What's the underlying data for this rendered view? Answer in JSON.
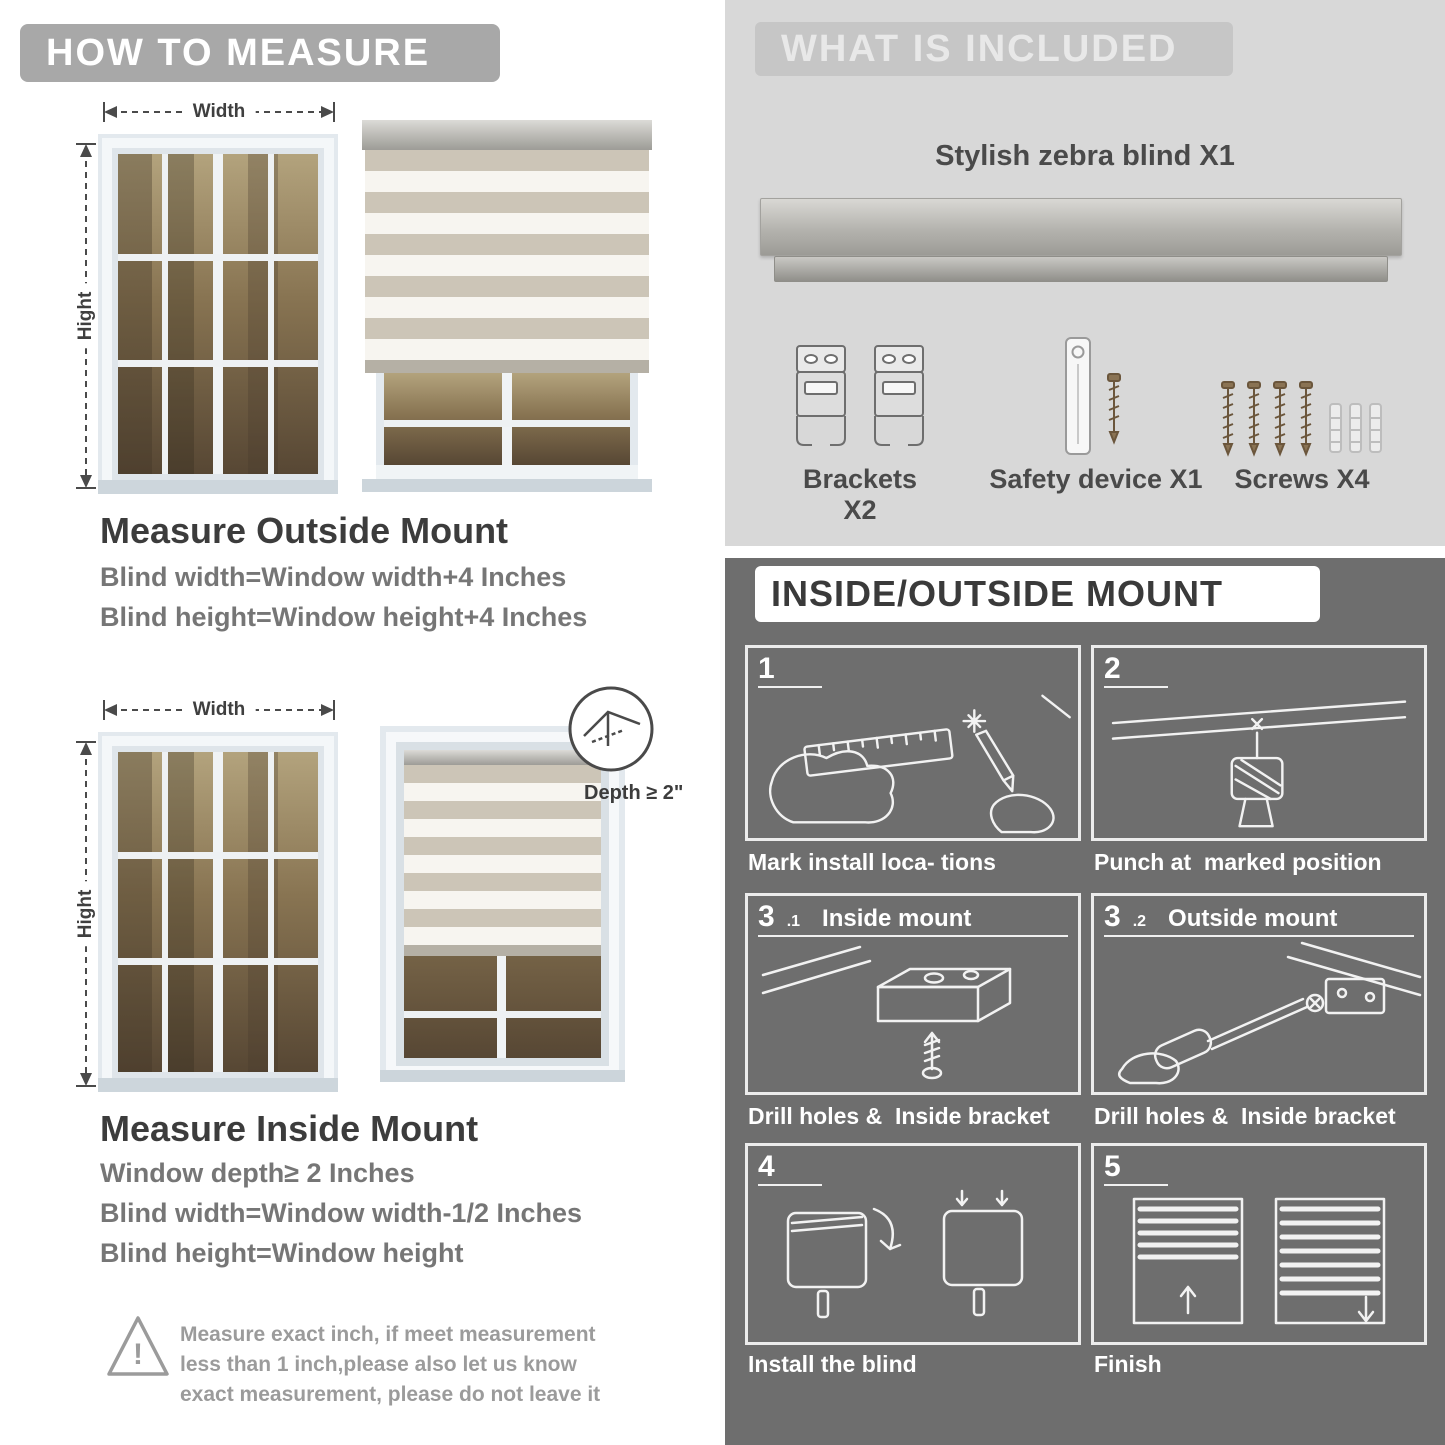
{
  "colors": {
    "howto_banner": "#a8a8a8",
    "included_bg": "#d8d8d8",
    "included_banner": "#c6c6c6",
    "dark_bg": "#6e6e6e",
    "title_text": "#3c3c3c",
    "sub_text": "#767676"
  },
  "how_to_measure": {
    "header": "HOW TO MEASURE",
    "width_label": "Width",
    "height_label": "Hight",
    "outside": {
      "title": "Measure Outside Mount",
      "lines": [
        "Blind width=Window width+4 Inches",
        "Blind height=Window height+4 Inches"
      ]
    },
    "inside": {
      "depth_callout": "Depth ≥ 2\"",
      "title": "Measure Inside Mount",
      "lines": [
        "Window depth≥ 2 Inches",
        "Blind width=Window width-1/2 Inches",
        "Blind height=Window height"
      ]
    },
    "warning_mark": "!",
    "warning_text": "Measure exact inch, if meet measurement less than 1 inch,please also let us know exact measurement, please do not leave it"
  },
  "included": {
    "header": "WHAT IS INCLUDED",
    "product_label": "Stylish zebra blind X1",
    "items": [
      {
        "label": "Brackets X2"
      },
      {
        "label": "Safety device X1"
      },
      {
        "label": "Screws X4"
      }
    ]
  },
  "mount_guide": {
    "header": "INSIDE/OUTSIDE MOUNT",
    "steps": [
      {
        "num": "1",
        "sub": "",
        "title": "",
        "caption": "Mark install loca- tions"
      },
      {
        "num": "2",
        "sub": "",
        "title": "",
        "caption": "Punch at  marked position"
      },
      {
        "num": "3",
        "sub": ".1",
        "title": "Inside mount",
        "caption": "Drill holes &  Inside bracket"
      },
      {
        "num": "3",
        "sub": ".2",
        "title": "Outside mount",
        "caption": "Drill holes &  Inside bracket"
      },
      {
        "num": "4",
        "sub": "",
        "title": "",
        "caption": "Install the blind"
      },
      {
        "num": "5",
        "sub": "",
        "title": "",
        "caption": "Finish"
      }
    ]
  }
}
